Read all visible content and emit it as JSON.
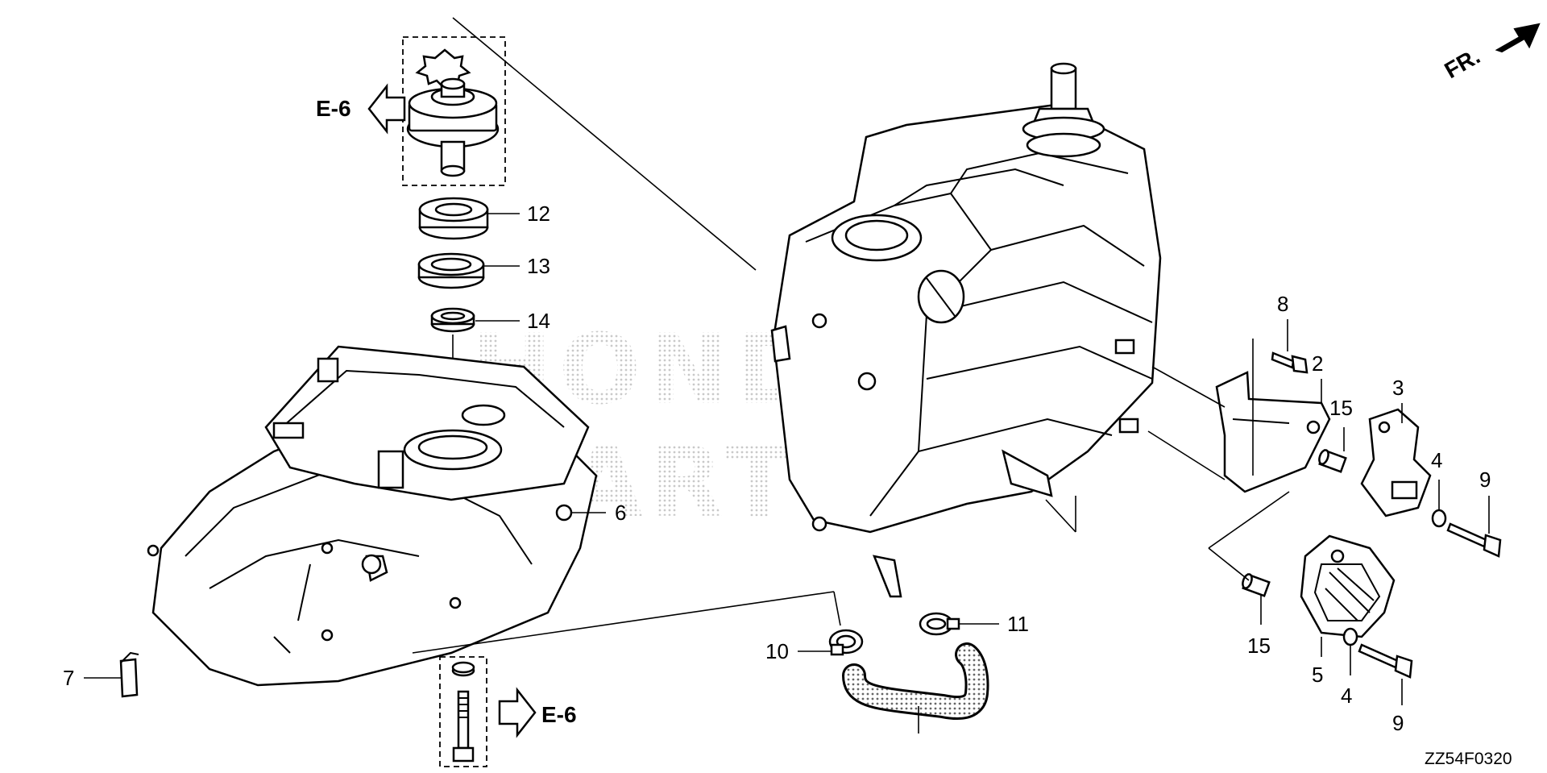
{
  "diagram": {
    "callouts": {
      "c1": "12",
      "c2": "13",
      "c3": "14",
      "c4": "6",
      "c5": "7",
      "c6": "10",
      "c7": "11",
      "c8": "8",
      "c9": "2",
      "c10": "15",
      "c11": "3",
      "c12": "4",
      "c13": "9",
      "c14": "15",
      "c15": "5",
      "c16": "4",
      "c17": "9"
    },
    "references": {
      "upper": "E-6",
      "lower": "E-6"
    },
    "direction_label": "FR.",
    "drawing_code": "ZZ54F0320",
    "watermark": "HONDA"
  }
}
